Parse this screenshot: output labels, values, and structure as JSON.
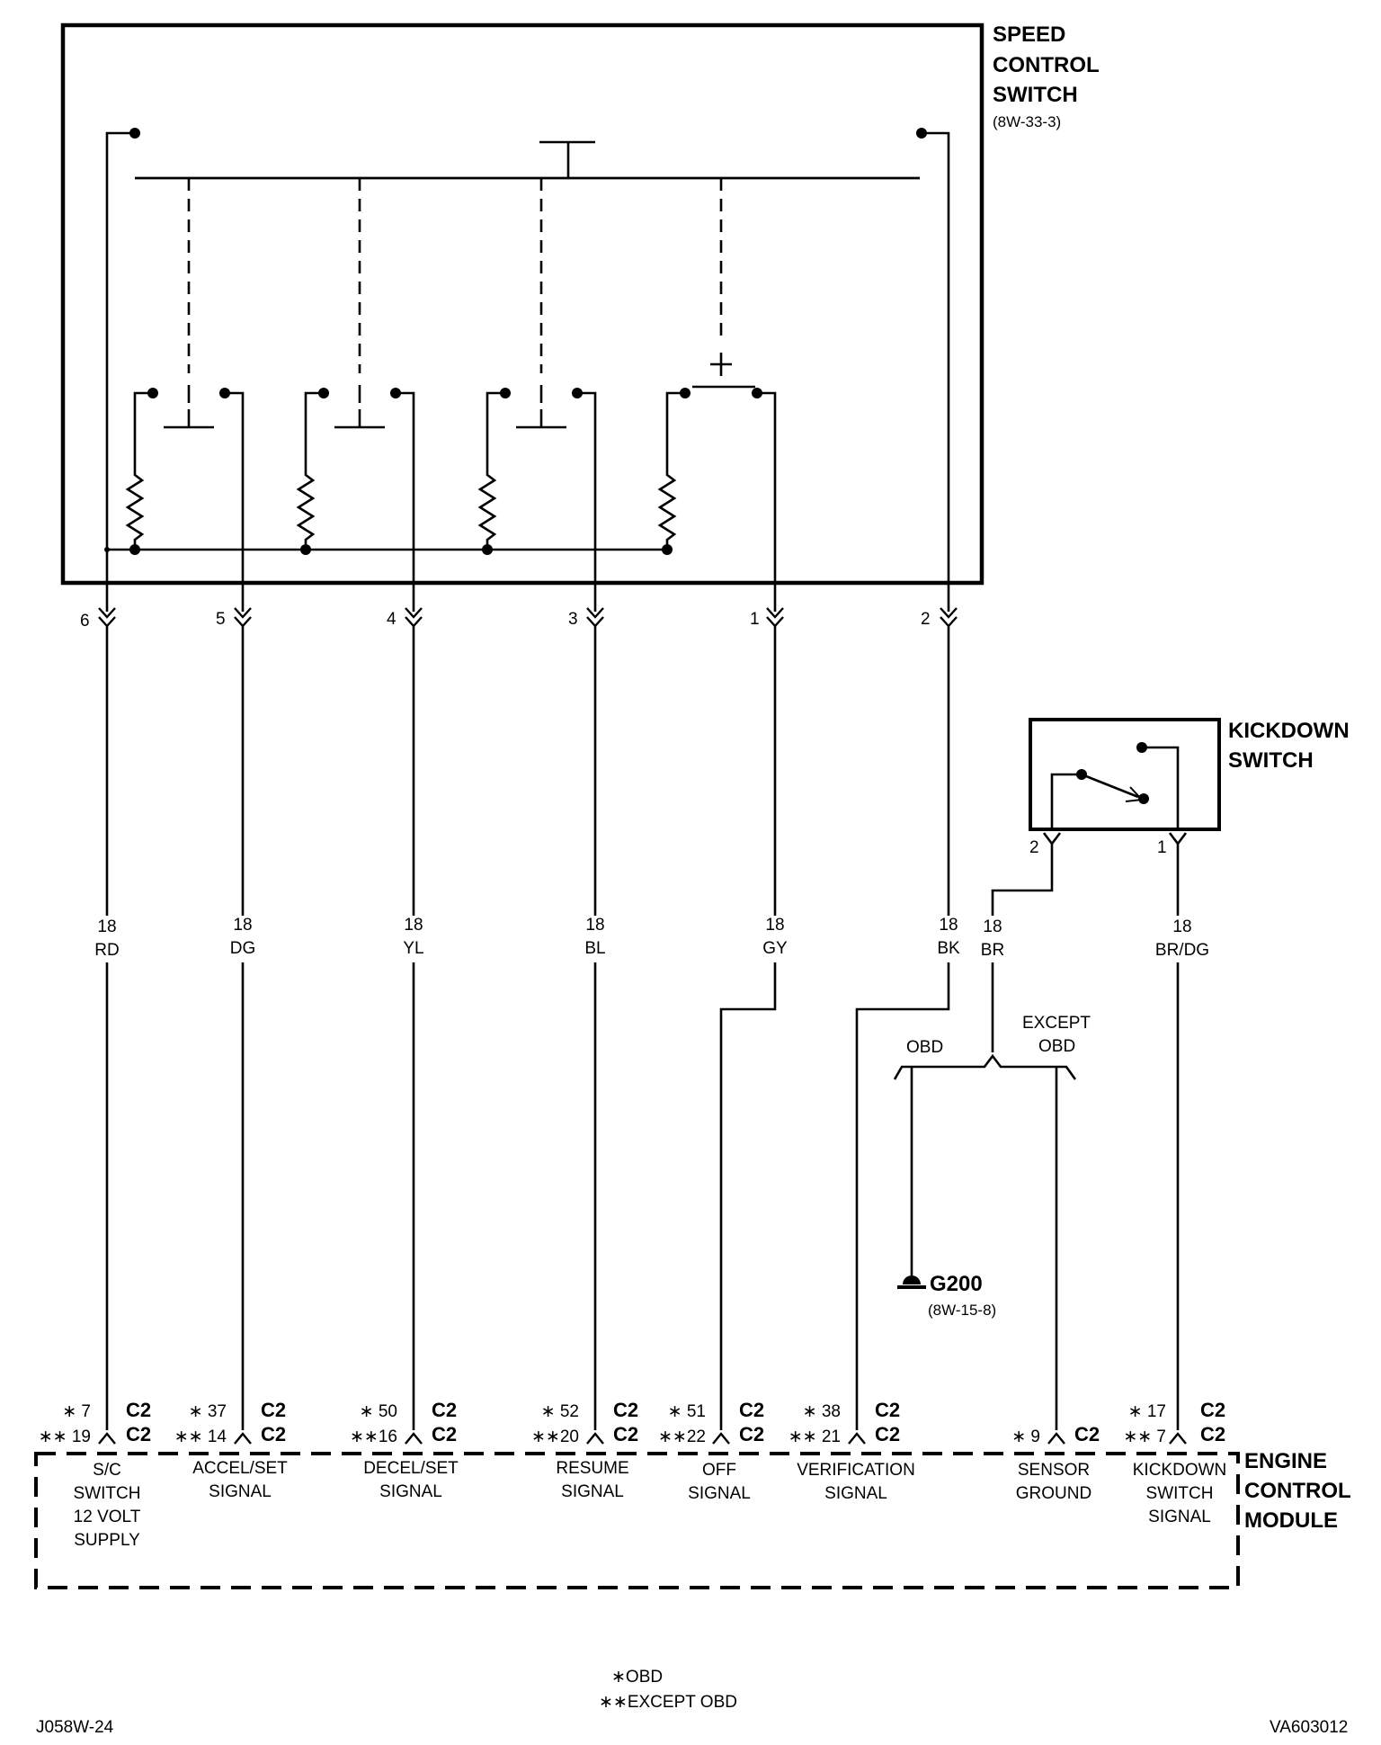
{
  "components": {
    "speed_control_switch": {
      "title_lines": [
        "SPEED",
        "CONTROL",
        "SWITCH"
      ],
      "ref": "(8W-33-3)"
    },
    "kickdown_switch": {
      "title_lines": [
        "KICKDOWN",
        "SWITCH"
      ],
      "pins": [
        "2",
        "1"
      ]
    },
    "engine_control_module": {
      "title_lines": [
        "ENGINE",
        "CONTROL",
        "MODULE"
      ]
    },
    "ground": {
      "name": "G200",
      "ref": "(8W-15-8)"
    }
  },
  "switch_pins": [
    "6",
    "5",
    "4",
    "3",
    "1",
    "2"
  ],
  "wires": [
    {
      "gauge": "18",
      "color": "RD"
    },
    {
      "gauge": "18",
      "color": "DG"
    },
    {
      "gauge": "18",
      "color": "YL"
    },
    {
      "gauge": "18",
      "color": "BL"
    },
    {
      "gauge": "18",
      "color": "GY"
    },
    {
      "gauge": "18",
      "color": "BK"
    },
    {
      "gauge": "18",
      "color": "BR"
    },
    {
      "gauge": "18",
      "color": "BR/DG"
    }
  ],
  "splice": {
    "left": "OBD",
    "right_lines": [
      "EXCEPT",
      "OBD"
    ]
  },
  "ecm_pins": [
    {
      "obd": "∗ 7",
      "except": "∗∗ 19",
      "conn1": "C2",
      "conn2": "C2",
      "label_lines": [
        "S/C",
        "SWITCH",
        "12 VOLT",
        "SUPPLY"
      ]
    },
    {
      "obd": "∗ 37",
      "except": "∗∗ 14",
      "conn1": "C2",
      "conn2": "C2",
      "label_lines": [
        "ACCEL/SET",
        "SIGNAL"
      ]
    },
    {
      "obd": "∗ 50",
      "except": "∗∗16",
      "conn1": "C2",
      "conn2": "C2",
      "label_lines": [
        "DECEL/SET",
        "SIGNAL"
      ]
    },
    {
      "obd": "∗ 52",
      "except": "∗∗20",
      "conn1": "C2",
      "conn2": "C2",
      "label_lines": [
        "RESUME",
        "SIGNAL"
      ]
    },
    {
      "obd": "∗ 51",
      "except": "∗∗22",
      "conn1": "C2",
      "conn2": "C2",
      "label_lines": [
        "OFF",
        "SIGNAL"
      ]
    },
    {
      "obd": "∗ 38",
      "except": "∗∗ 21",
      "conn1": "C2",
      "conn2": "C2",
      "label_lines": [
        "VERIFICATION",
        "SIGNAL"
      ]
    },
    {
      "obd": "",
      "except": "∗  9",
      "conn1": "",
      "conn2": "C2",
      "label_lines": [
        "SENSOR",
        "GROUND"
      ]
    },
    {
      "obd": "∗ 17",
      "except": "∗∗  7",
      "conn1": "C2",
      "conn2": "C2",
      "label_lines": [
        "KICKDOWN",
        "SWITCH",
        "SIGNAL"
      ]
    }
  ],
  "legend": {
    "obd": "∗OBD",
    "except_obd": "∗∗EXCEPT OBD"
  },
  "footer": {
    "left": "J058W-24",
    "right": "VA603012"
  }
}
